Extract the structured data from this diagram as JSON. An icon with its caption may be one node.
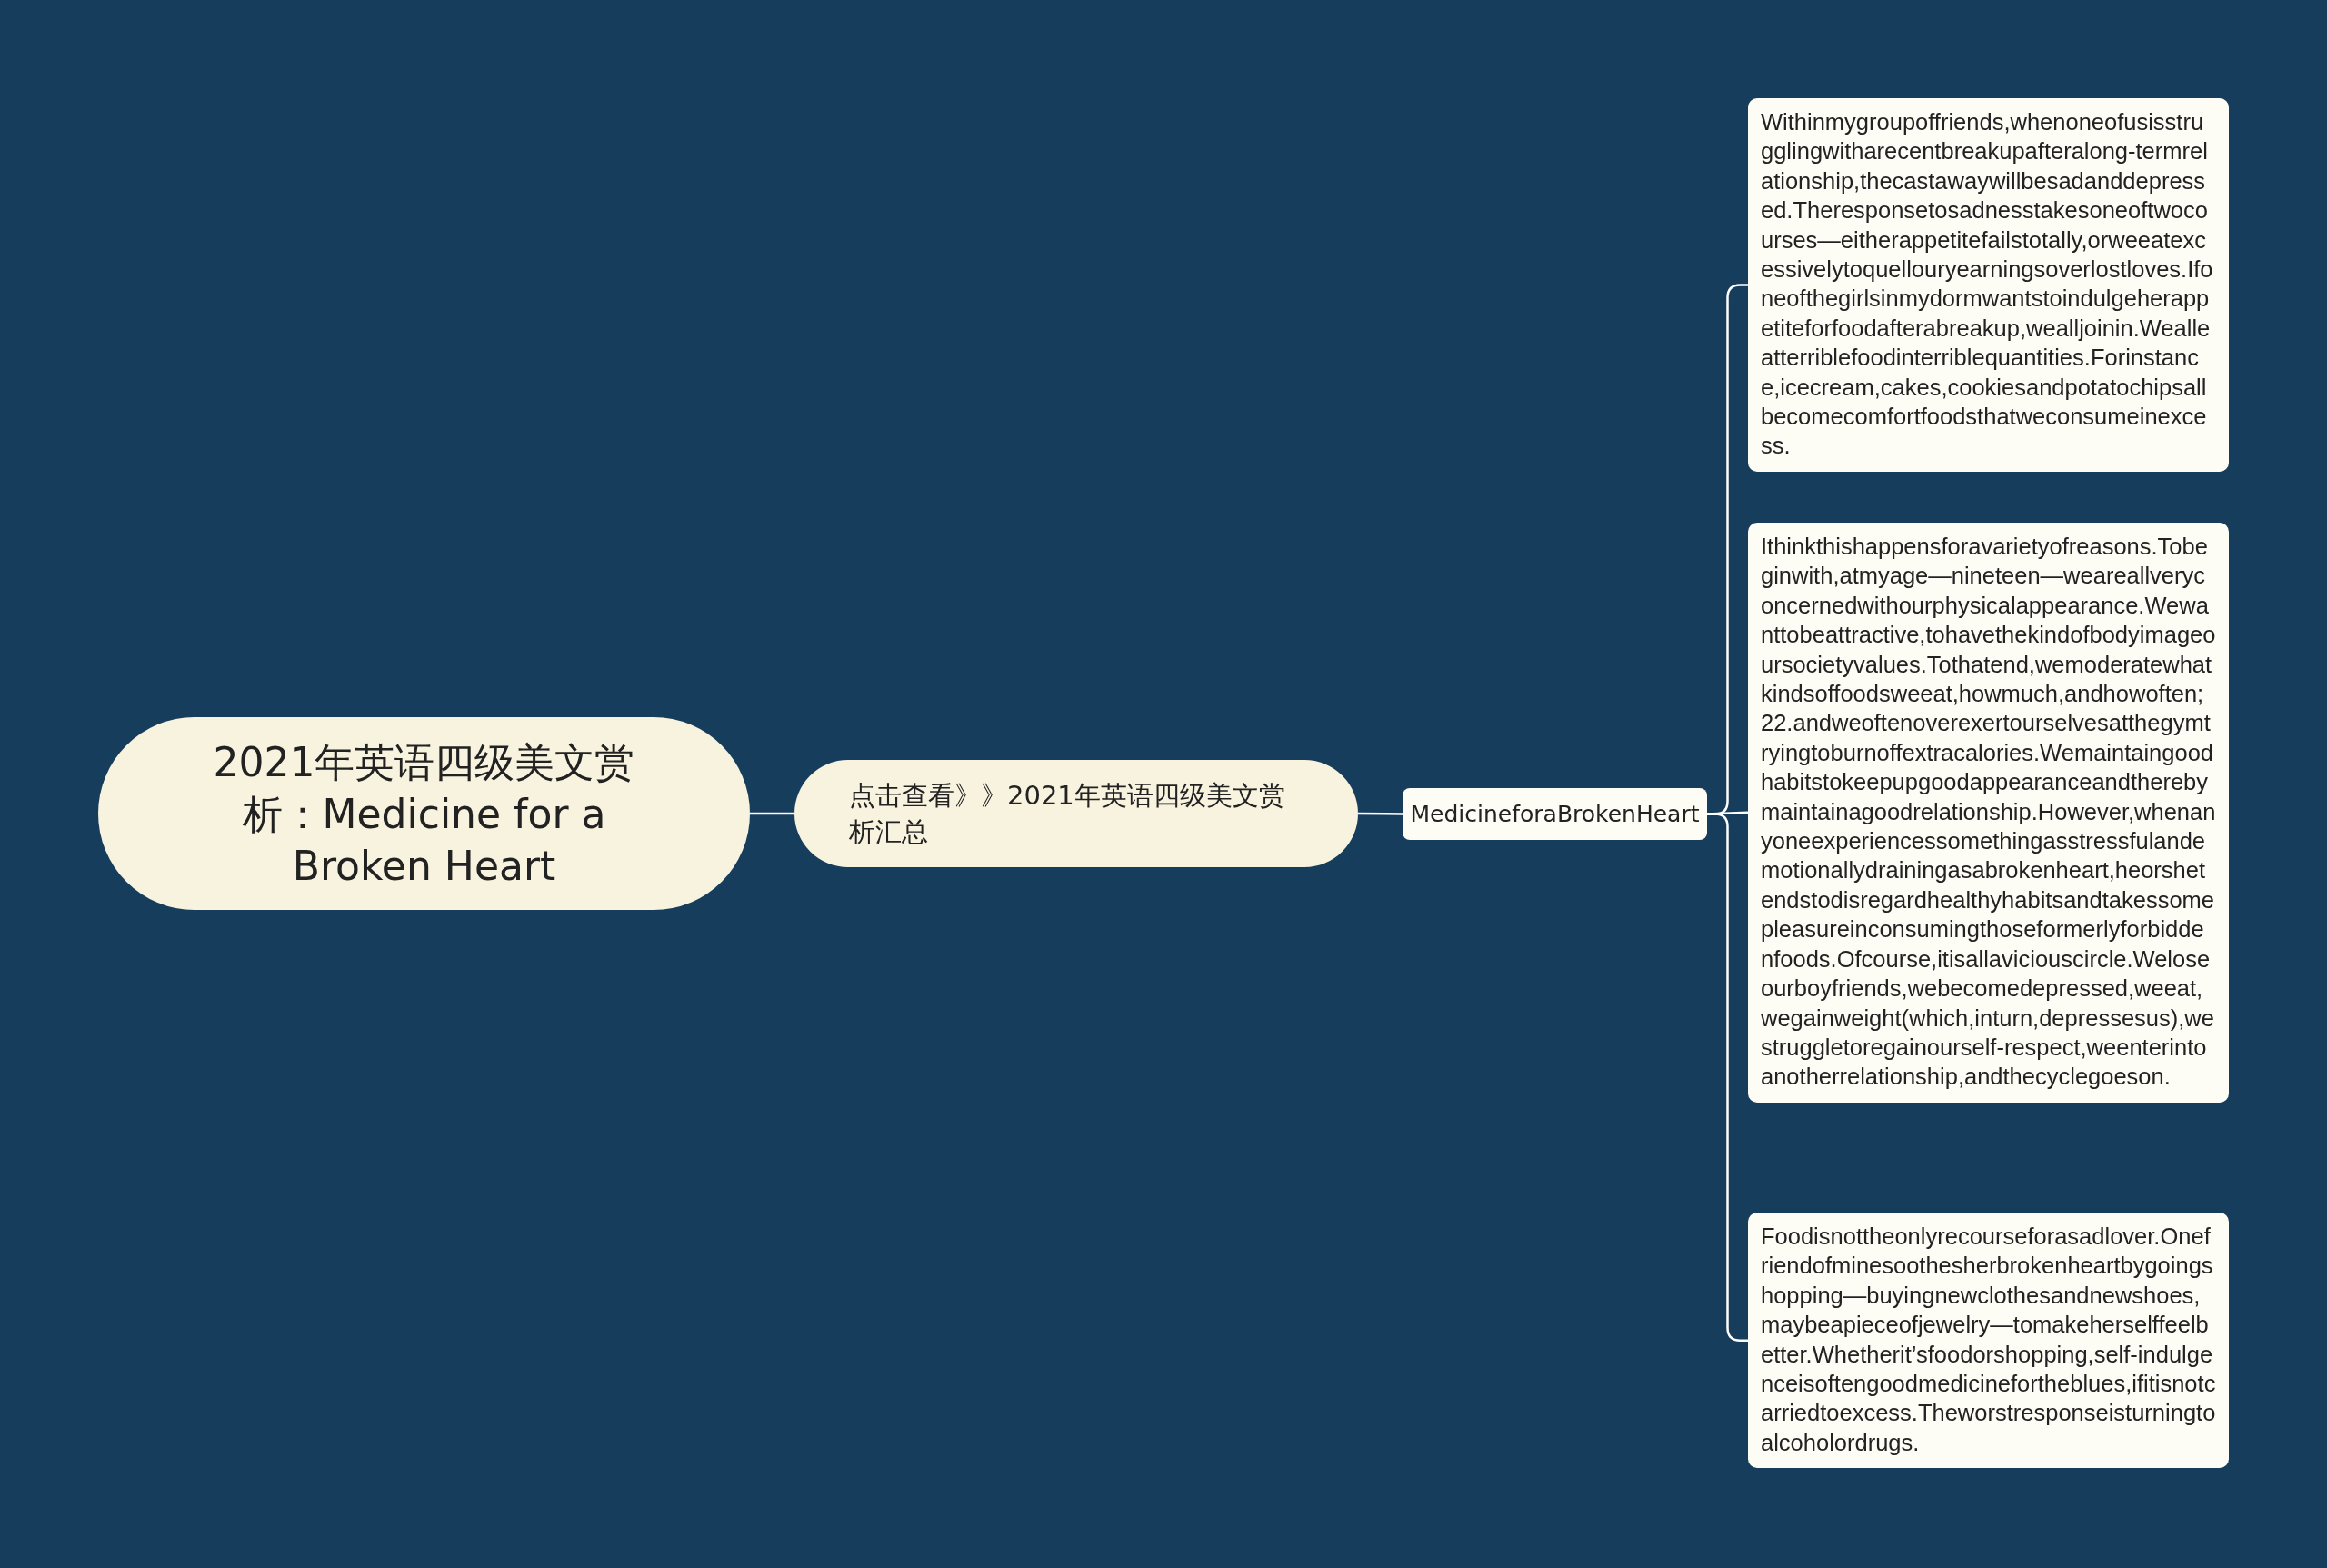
{
  "diagram": {
    "nodes": [
      {
        "text": [
          "2021年英语四级美文赏析：Medicine for a Broken Heart"
        ]
      },
      {
        "text": [
          "点击查看》》2021年英语四级美文赏析汇总"
        ]
      },
      {
        "text": [
          "MedicineforaBrokenHeart"
        ]
      },
      {
        "text": [
          "Withinmygroupoffriends,whenoneofusisstrugglingwitharecentbreakupafteralong-termrelationship,thecastawaywillbesadanddepressed.Theresponsetosadnesstakesoneoftwocourses—eitherappetitefailstotally,orweeatexcessivelytoquellouryearningsoverlostloves.Ifoneofthegirlsinmydormwantstoindulgeherappetiteforfoodafterabreakup,wealljoinin.Wealleatterriblefoodinterriblequantities.Forinstance,icecream,cakes,cookiesandpotatochipsallbecomecomfortfoodsthatweconsumeinexcess."
        ]
      },
      {
        "text": [
          "Ithinkthishappensforavarietyofreasons.Tobeginwith,atmyage—nineteen—weareallveryconcernedwithourphysicalappearance.Wewanttobeattractive,tohavethekindofbodyimageoursocietyvalues.Tothatend,wemoderatewhatkindsoffoodsweeat,howmuch,andhowoften;22.andweoftenoverexertourselvesatthegymtryingtoburnoffextracalories.Wemaintaingoodhabitstokeepupgoodappearanceandtherebymaintainagoodrelationship.However,whenanyoneexperiencessomethingasstressfulandemotionallydrainingasabrokenheart,heorshetendstodisregardhealthyhabitsandtakessomepleasureinconsumingthoseformerlyforbiddenfoods.Ofcourse,itisallaviciouscircle.Weloseourboyfriends,webecomedepressed,weeat,wegainweight(which,inturn,depressesus),westruggletoregainourself-respect,weenterintoanotherrelationship,andthecyclegoeson."
        ]
      },
      {
        "text": [
          "Foodisnottheonlyrecourseforasadlover.Onefriendofminesoothesherbrokenheartbygoingshopping—buyingnewclothesandnewshoes,maybeapieceofjewelry—tomakeherselffeelbetter.Whetherit’sfoodorshopping,self-indulgenceisoftengoodmedicinefortheblues,ifitisnotcarriedtoexcess.Theworstresponseisturningtoalcoholordrugs."
        ]
      }
    ],
    "edges": [
      {
        "from": 0,
        "to": 1,
        "arrow": "none"
      },
      {
        "from": 1,
        "to": 2,
        "arrow": "none"
      },
      {
        "from": 2,
        "to": 3,
        "arrow": "none"
      },
      {
        "from": 2,
        "to": 4,
        "arrow": "none"
      },
      {
        "from": 2,
        "to": 5,
        "arrow": "none"
      }
    ]
  }
}
